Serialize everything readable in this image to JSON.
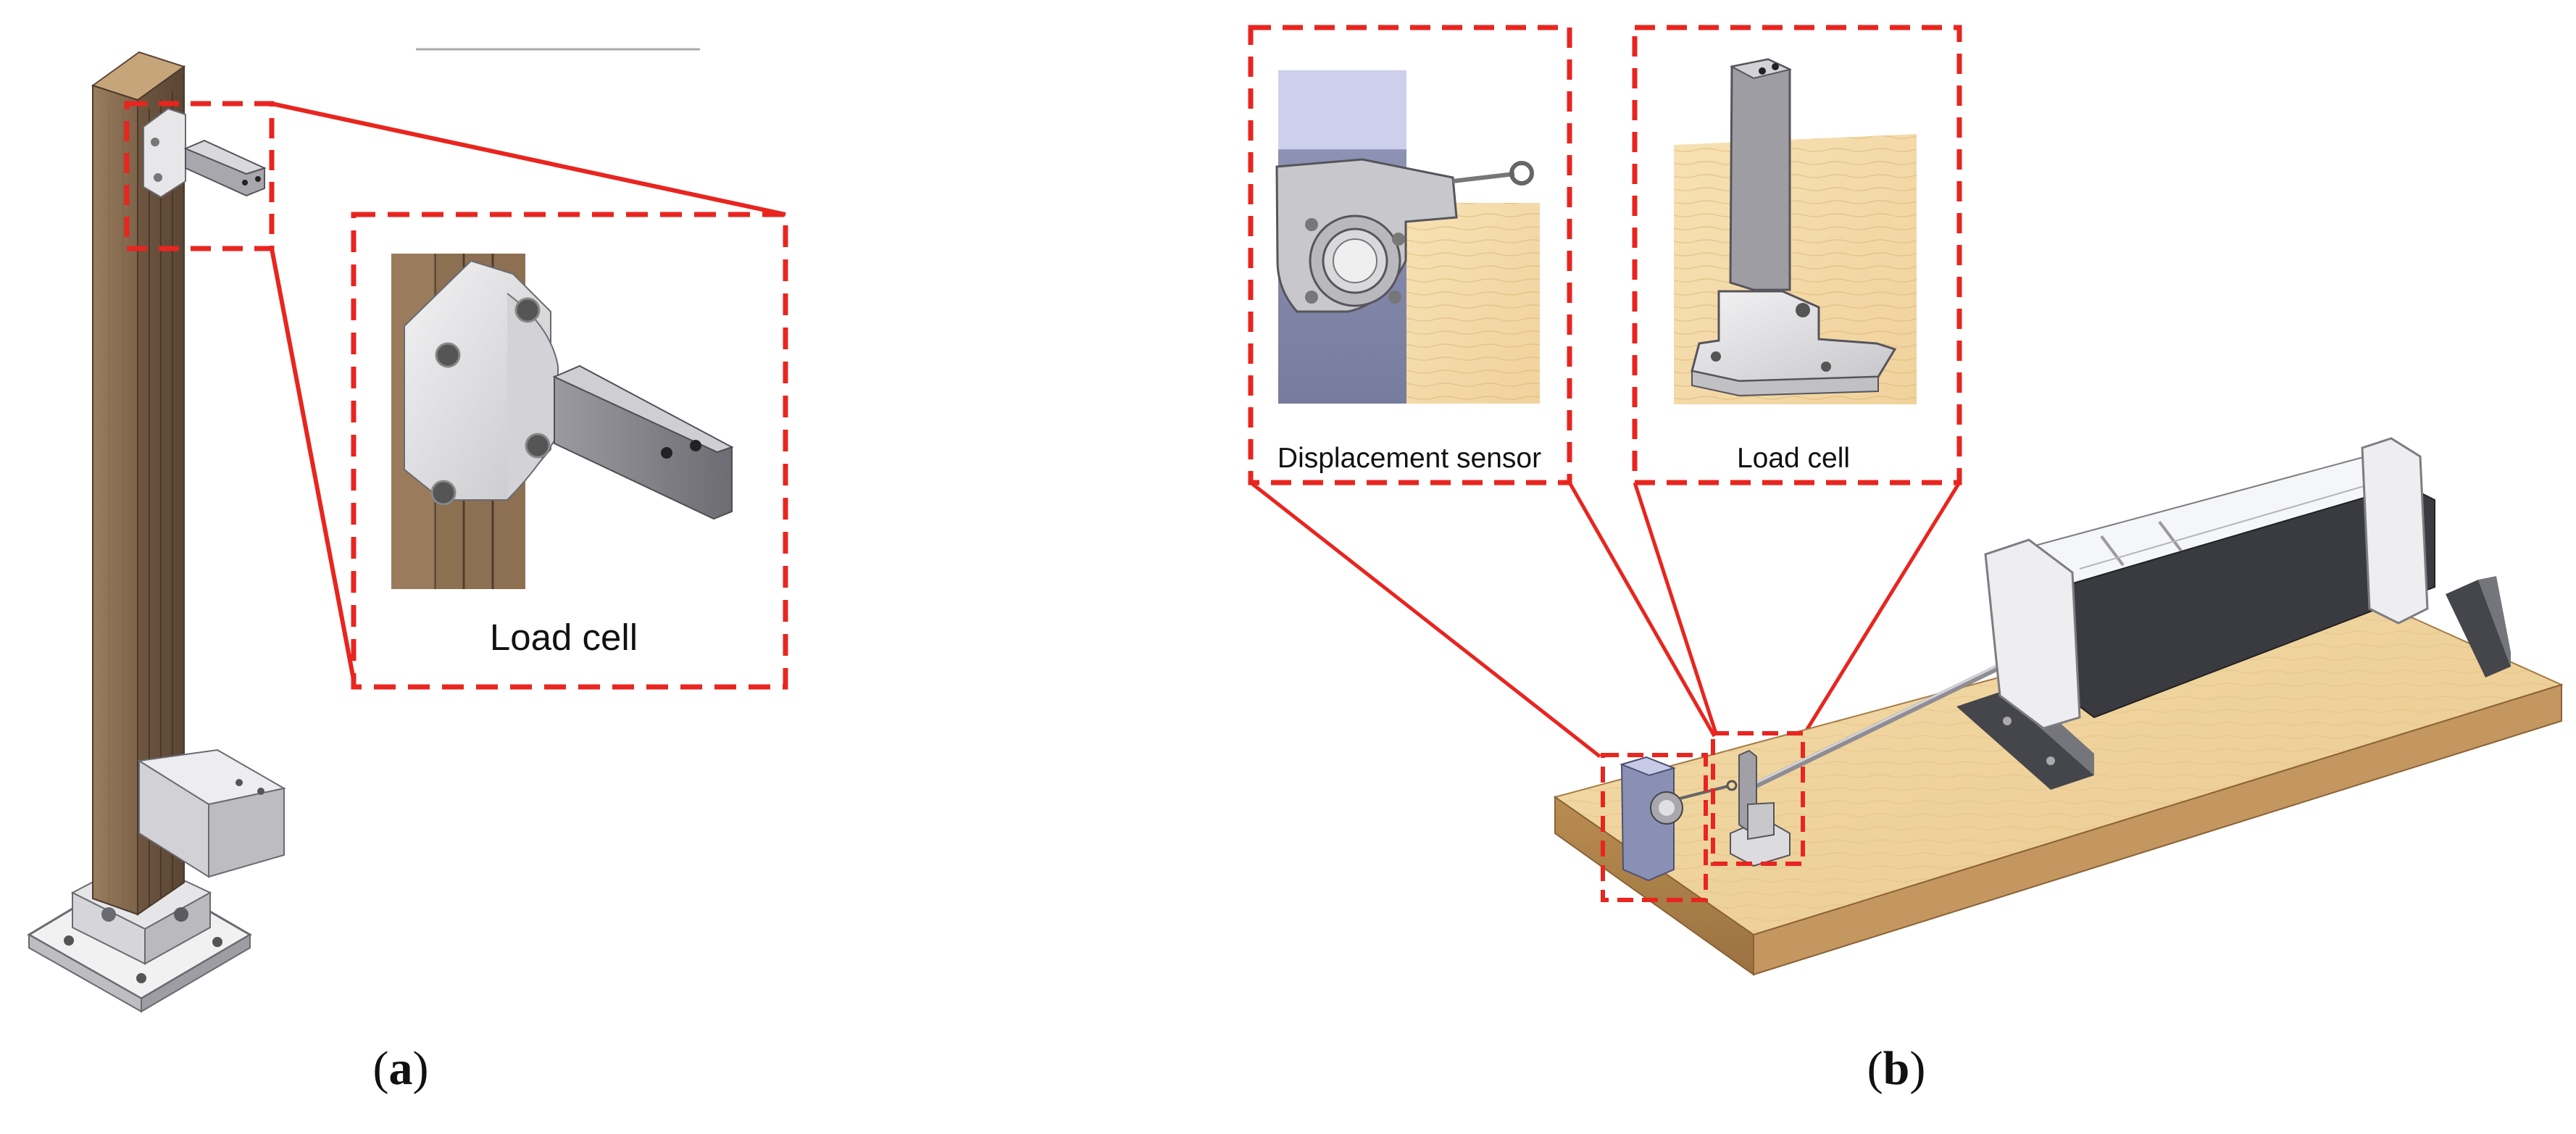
{
  "panel_a": {
    "callout_label": "Load cell",
    "caption_letter": "a"
  },
  "panel_b": {
    "callout_1_label": "Displacement sensor",
    "callout_2_label": "Load cell",
    "caption_letter": "b"
  },
  "colors": {
    "callout_red": "#e8251f",
    "wood_light": "#f0d39c",
    "wood_dark_post": "#8a6d51",
    "metal_light": "#e4e4e6",
    "metal_mid": "#b8b8bc",
    "metal_dark": "#6f7076",
    "sensor_blue_gray": "#7d83a6",
    "acrylic_box": "#f2f3f5",
    "dark_panel": "#3b3c42"
  }
}
